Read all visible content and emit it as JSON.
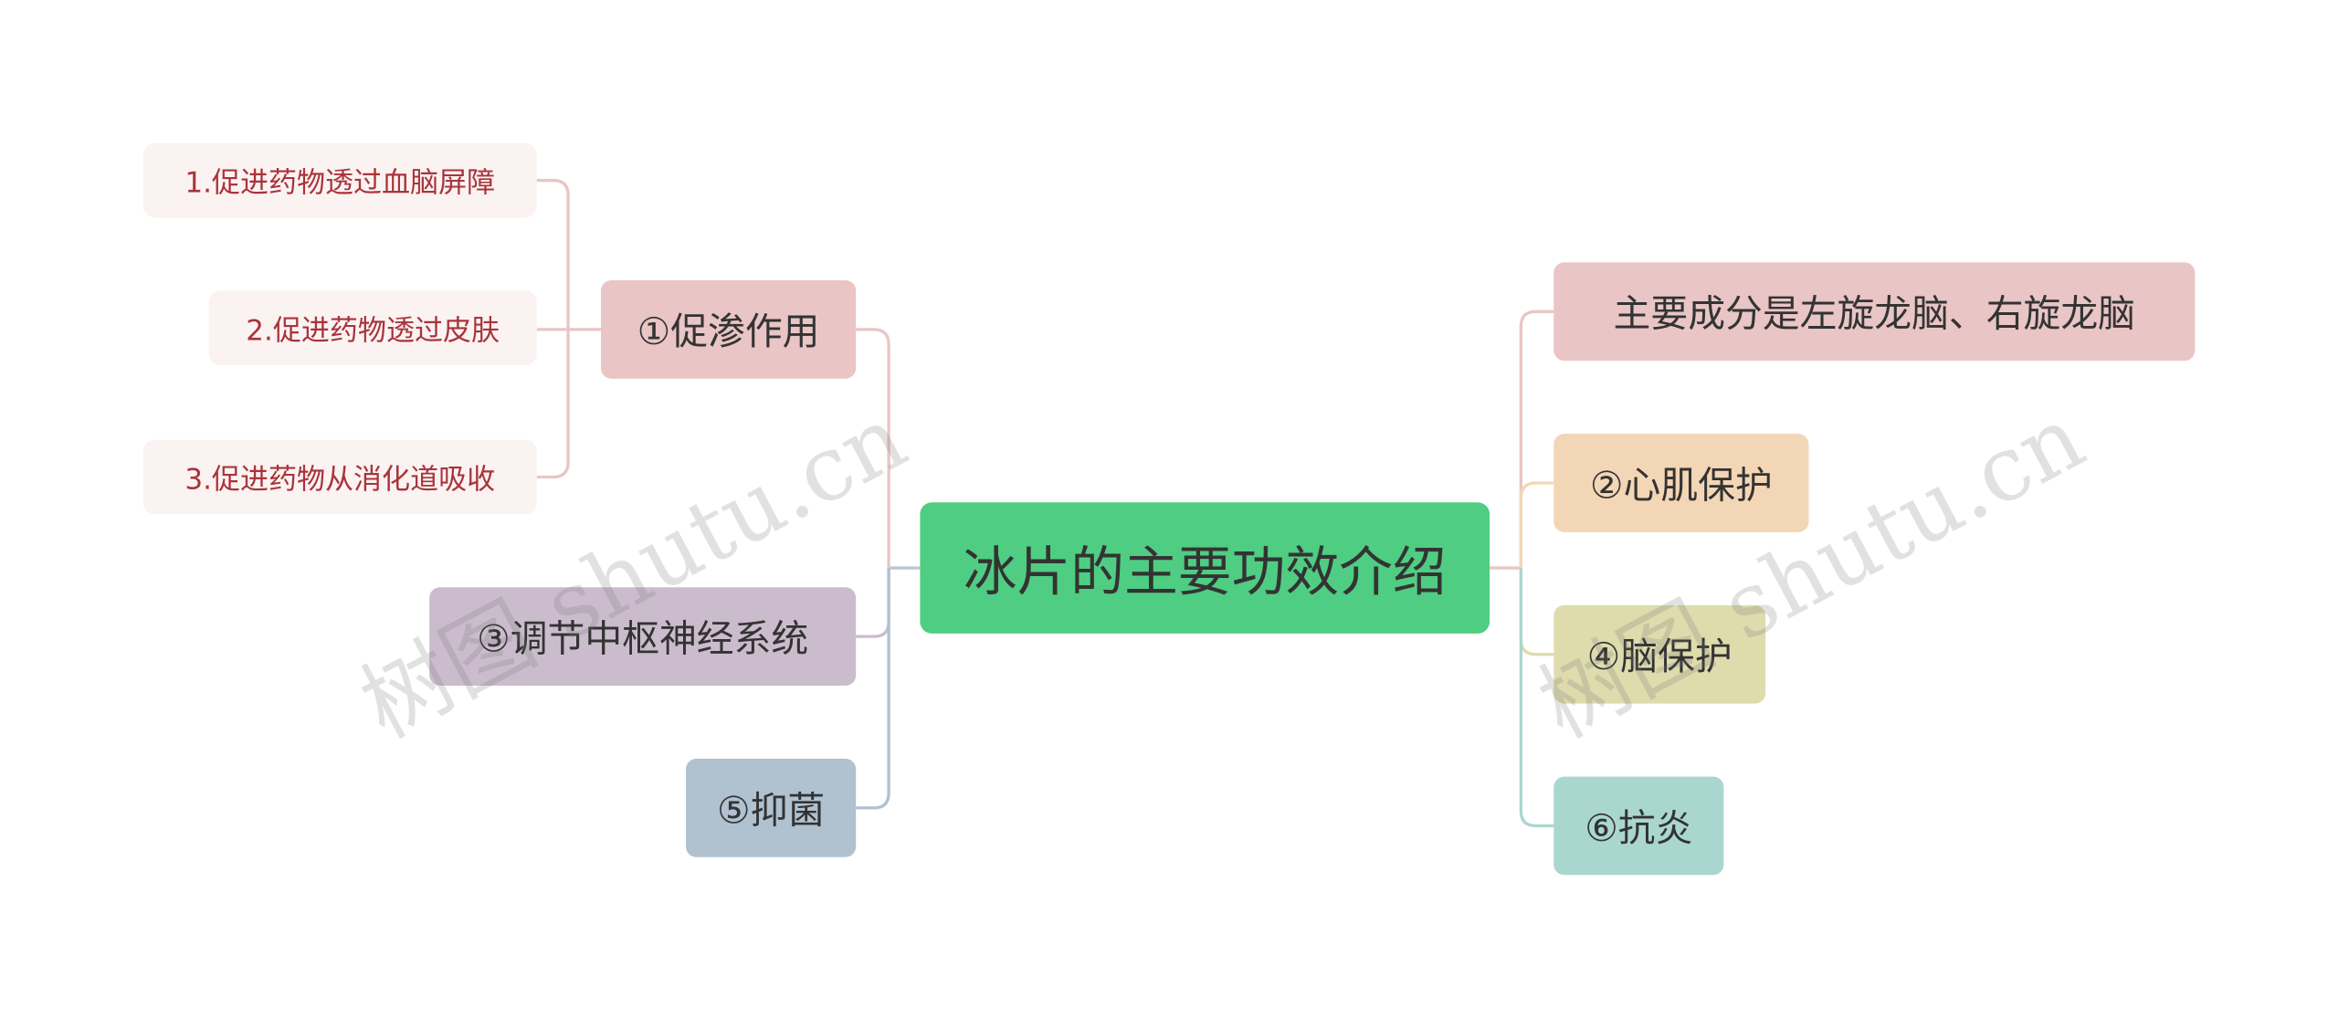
{
  "root": {
    "label": "冰片的主要功效介绍",
    "color": "#4fcd82"
  },
  "left_branches": [
    {
      "label": "①促渗作用",
      "color": "#e9c5c5",
      "children": [
        "1.促进药物透过血脑屏障",
        "2.促进药物透过皮肤",
        "3.促进药物从消化道吸收"
      ]
    },
    {
      "label": "③调节中枢神经系统",
      "color": "#cbbccd"
    },
    {
      "label": "⑤抑菌",
      "color": "#b0c1d0"
    }
  ],
  "right_branches": [
    {
      "label": "主要成分是左旋龙脑、右旋龙脑",
      "color": "#e9c5c5"
    },
    {
      "label": "②心肌保护",
      "color": "#f3d6b5"
    },
    {
      "label": "④脑保护",
      "color": "#dedcad"
    },
    {
      "label": "⑥抗炎",
      "color": "#a9d7cf"
    }
  ],
  "watermark": "树图 shutu.cn"
}
